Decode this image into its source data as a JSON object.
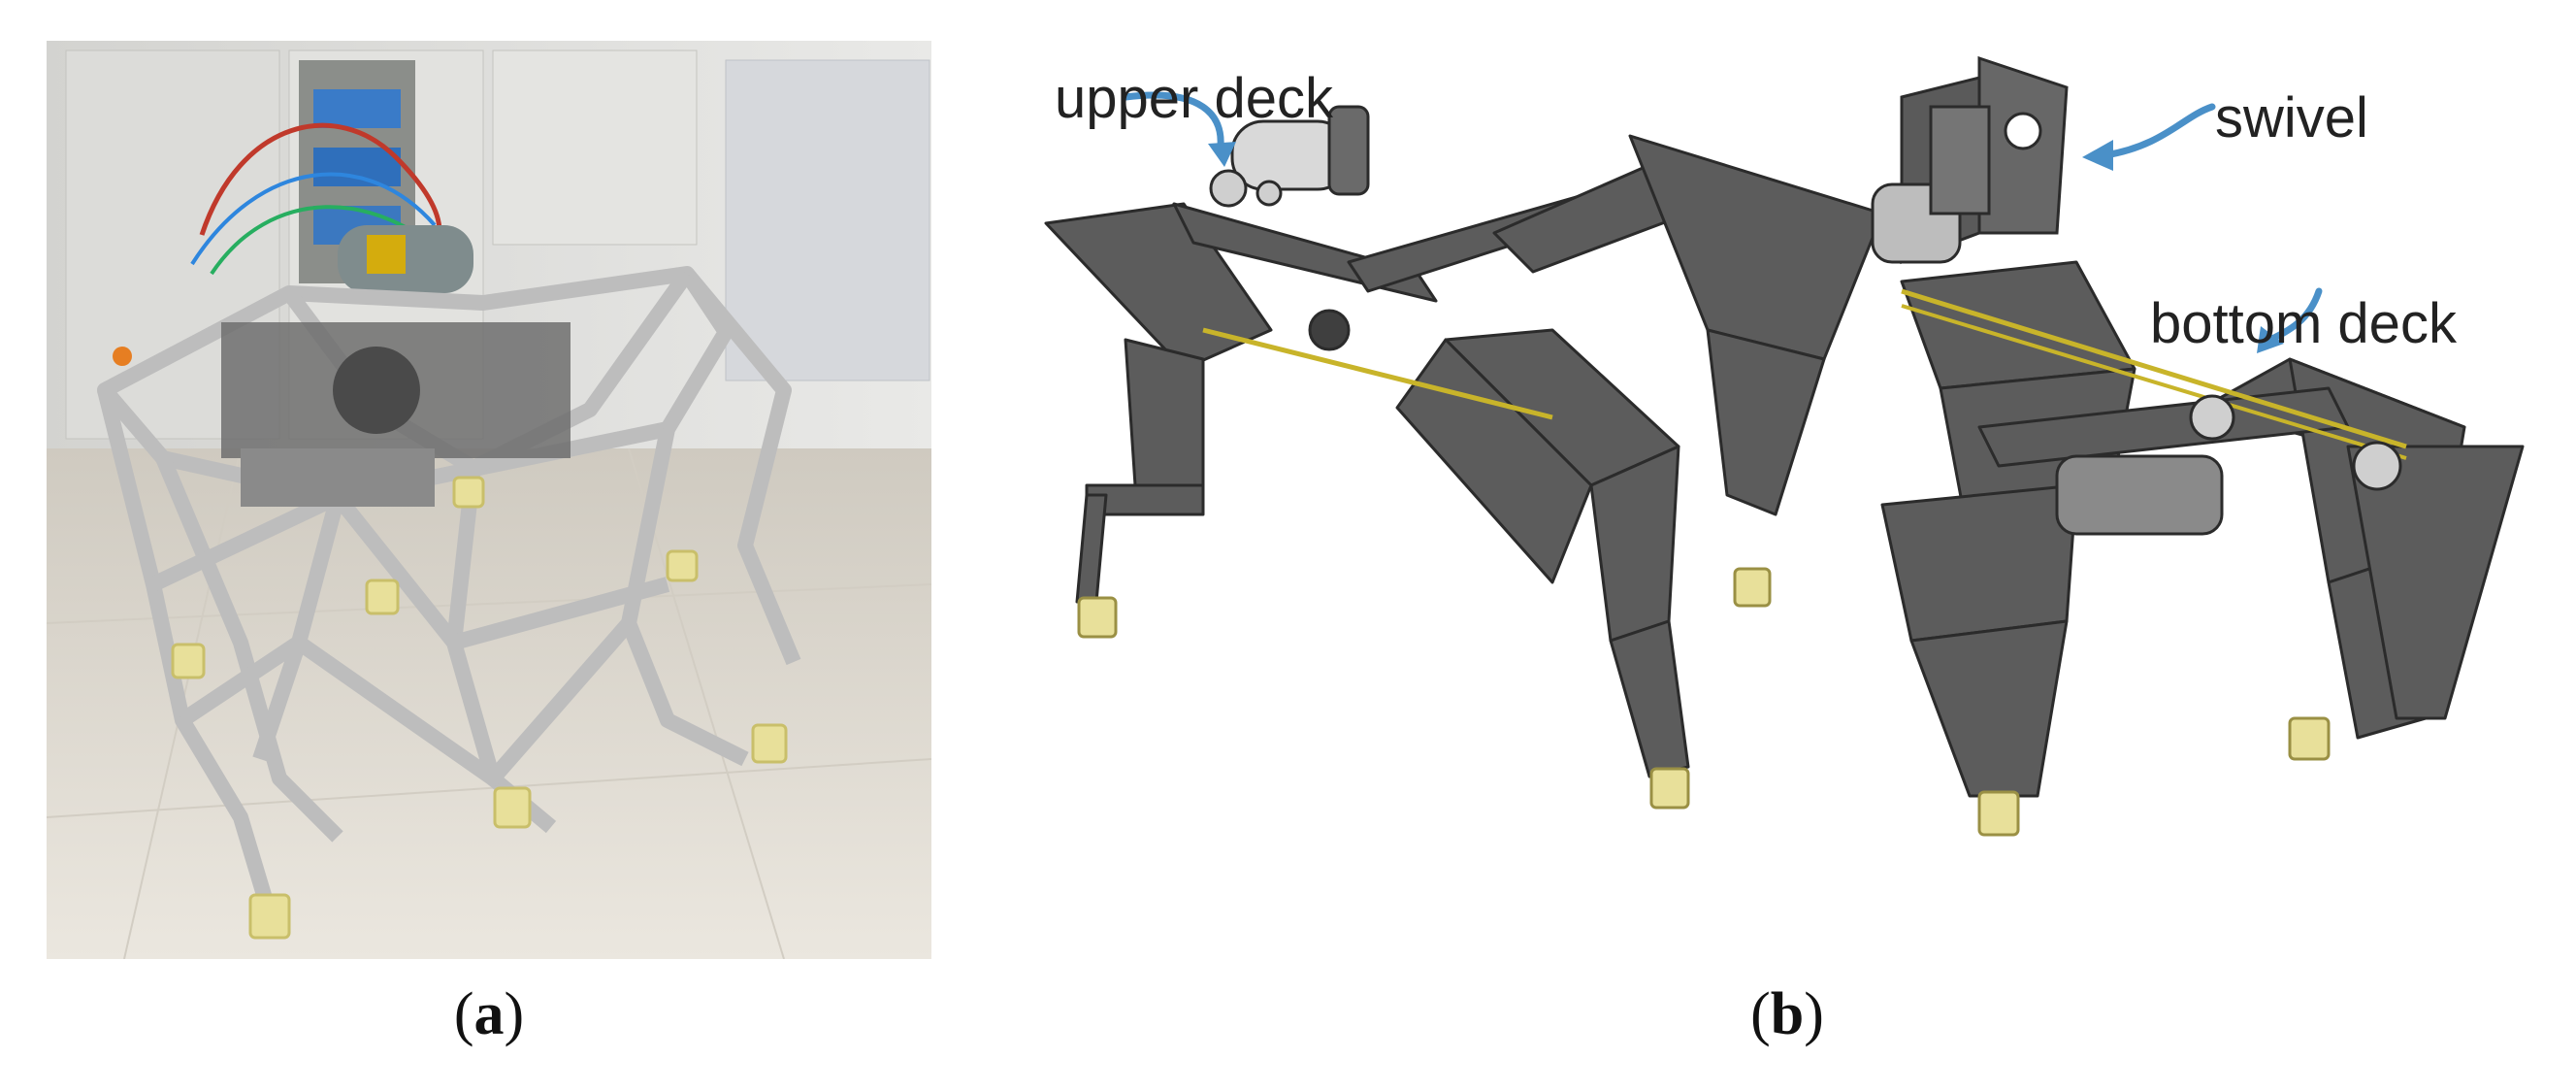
{
  "panels": {
    "a": {
      "caption_open": "(",
      "caption_letter": "a",
      "caption_close": ")"
    },
    "b": {
      "caption_open": "(",
      "caption_letter": "b",
      "caption_close": ")",
      "labels": {
        "upper_deck": "upper deck",
        "swivel": "swivel",
        "bottom_deck": "bottom deck"
      }
    }
  },
  "colors": {
    "arrow": "#4a90c8",
    "frame": "#5a5a5a",
    "feet": "#e8e09a",
    "floor": "#e6e1d8",
    "wall": "#d9d9d6"
  },
  "icons": {
    "pointer": "curved-arrow-icon"
  }
}
